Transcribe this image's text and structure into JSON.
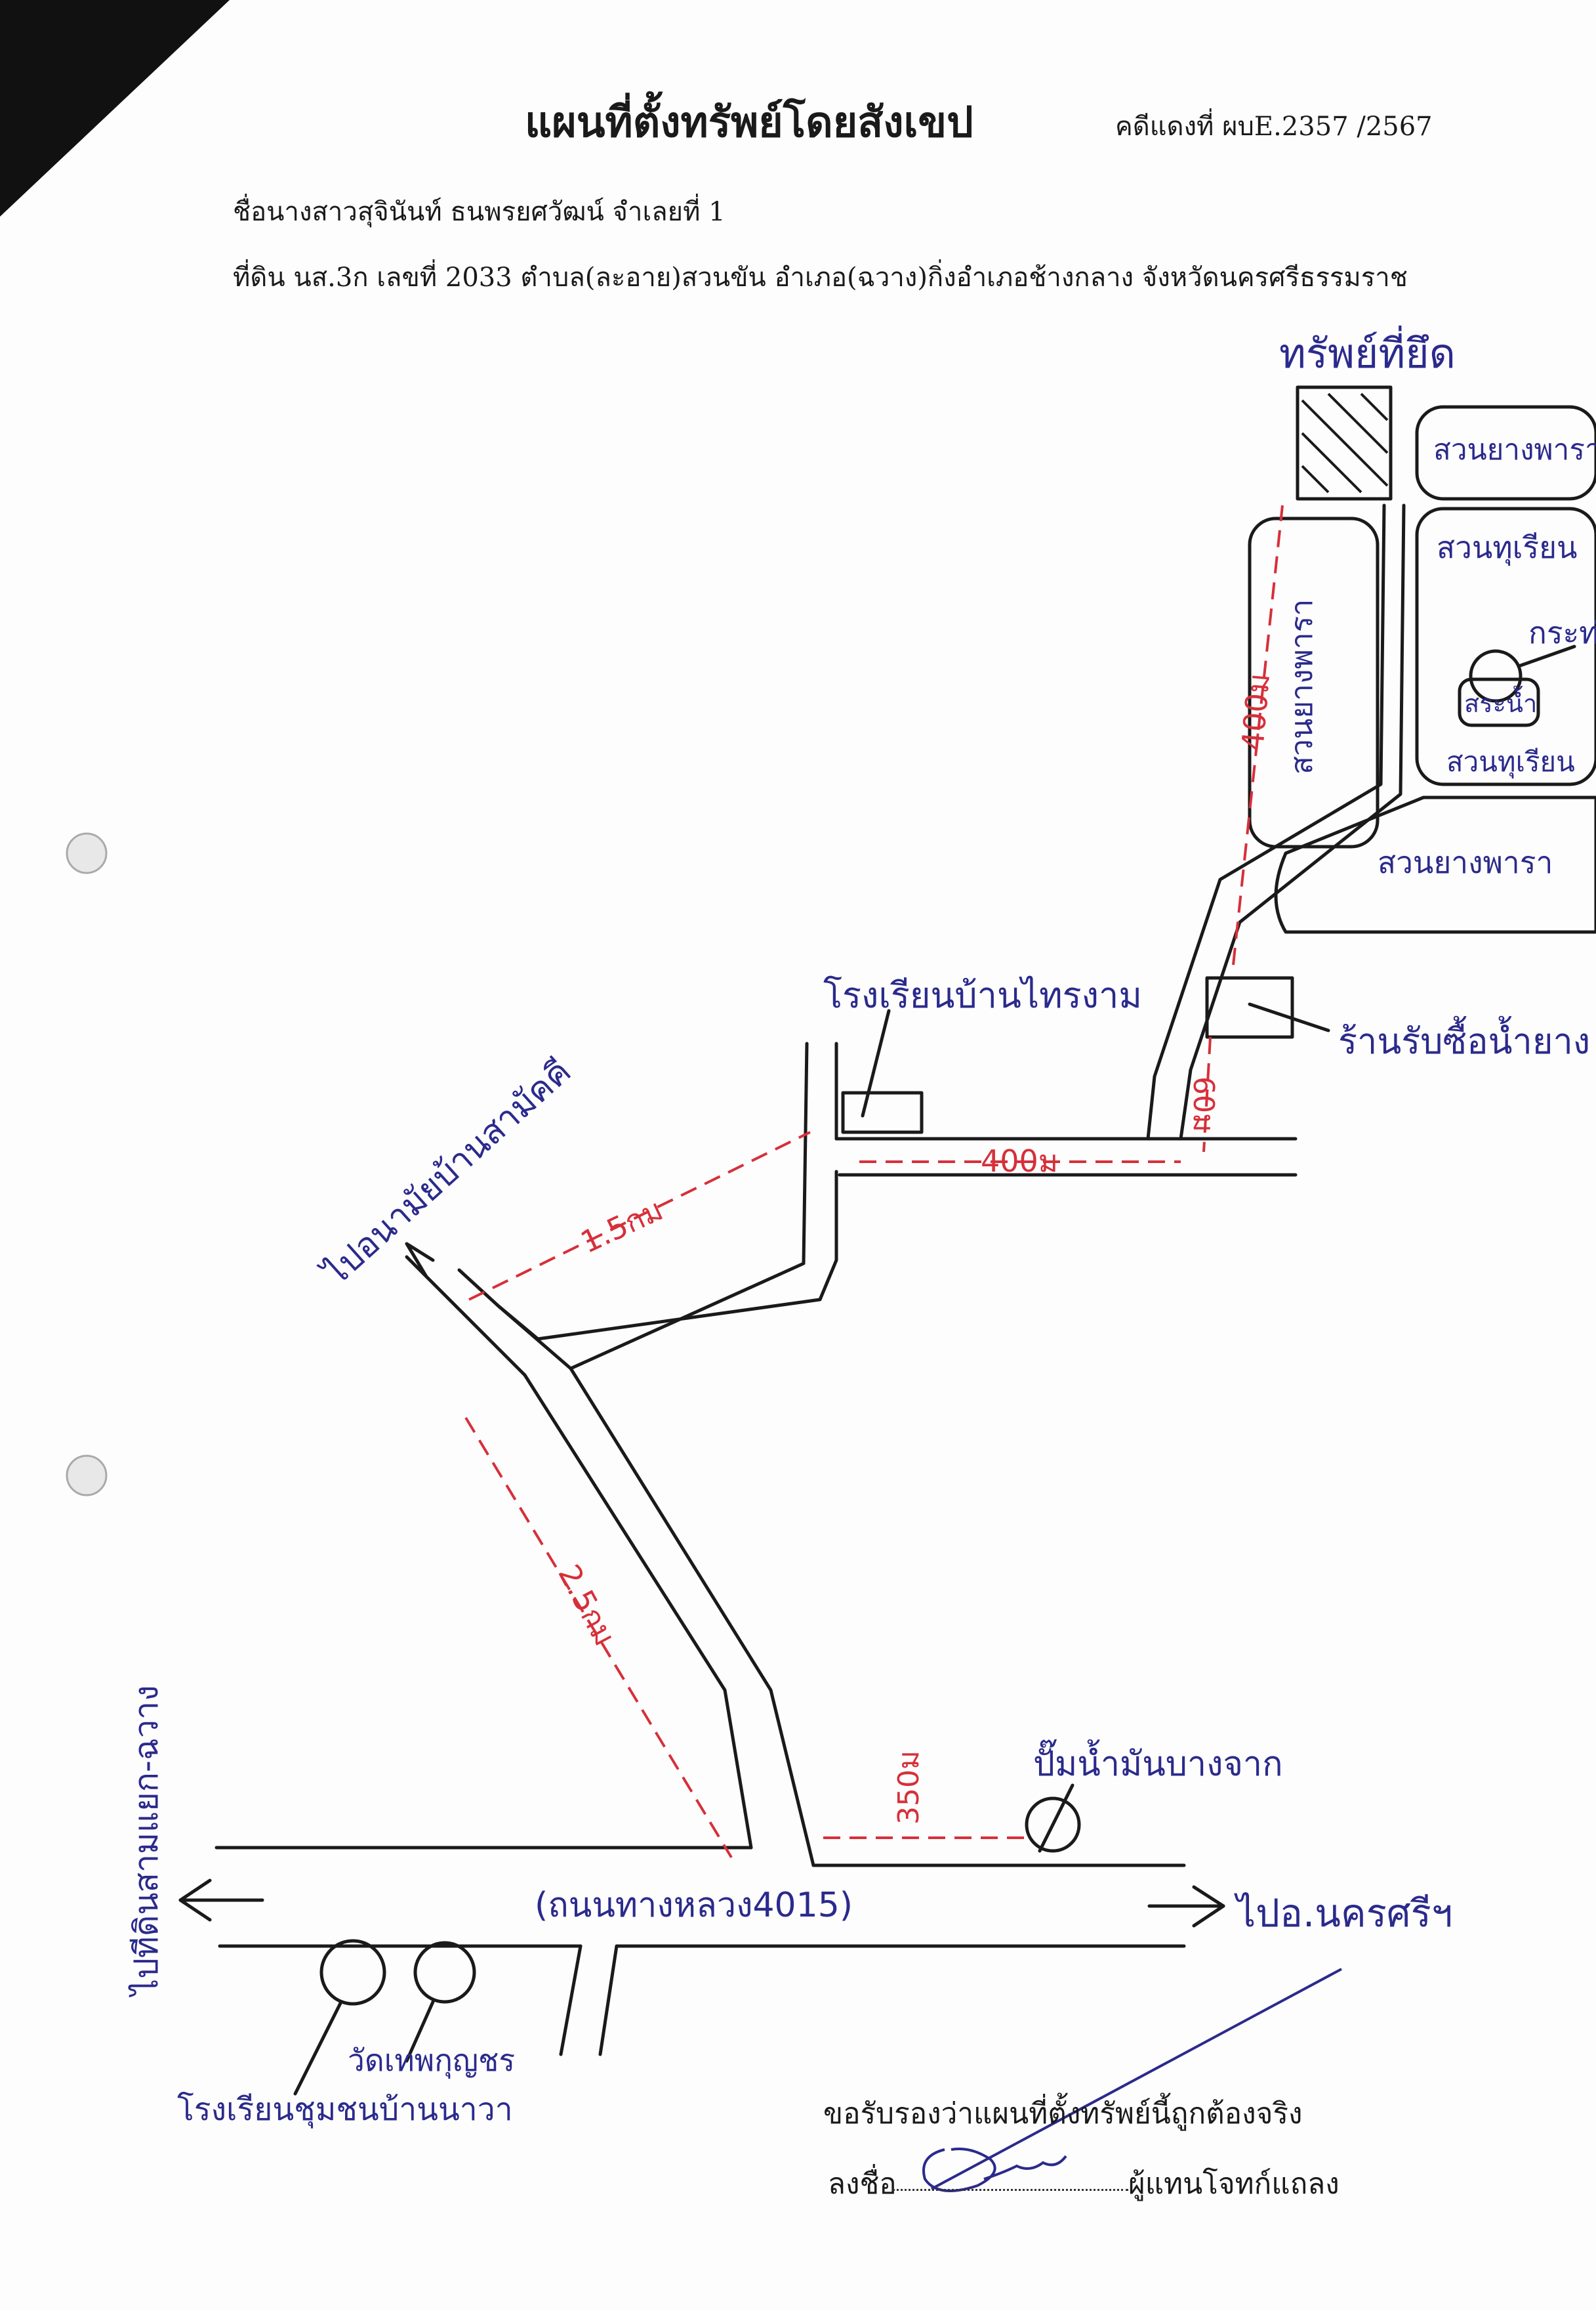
{
  "header": {
    "title": "แผนที่ตั้งทรัพย์โดยสังเขป",
    "case_no": "คดีแดงที่ ผบE.2357 /2567"
  },
  "info": {
    "owner": "ชื่อนางสาวสุจินันท์  ธนพรยศวัฒน์  จำเลยที่ 1",
    "parcel": "ที่ดิน นส.3ก  เลขที่  2033  ตำบล(ละอาย)สวนขัน  อำเภอ(ฉวาง)กิ่งอำเภอช้างกลาง  จังหวัดนครศรีธรรมราช"
  },
  "labels": {
    "seized": "ทรัพย์ที่ยึด",
    "rubber_top": "สวนยางพารา",
    "durian_plantation": "สวนทุเรียน",
    "hut": "กระท่อม",
    "pond": "สระน้ำ",
    "durian_lower": "สวนทุเรียน",
    "rubber_lower": "สวนยางพารา",
    "rubber_left": "สวนยางพารา",
    "shop": "ร้านรับซื้อน้ำยาง",
    "school_top": "โรงเรียนบ้านไทรงาม",
    "to_health_station": "ไปอนามัยบ้านสามัคคี",
    "gas_station": "ปั๊มน้ำมันบางจาก",
    "highway": "(ถนนทางหลวง4015)",
    "to_nakhon": "ไปอ.นครศรีฯ",
    "to_left": "ไปทีดินสามแยก-ฉวาง",
    "community_school": "โรงเรียนชุมชนบ้านนาวา",
    "temple": "วัดเทพกุญชร"
  },
  "distances": {
    "d400_top": "400ม",
    "d60": "60ม",
    "d400_mid": "400ม",
    "d15": "1.5กม",
    "d25": "2.5กม",
    "d350": "350ม"
  },
  "footer": {
    "certify": "ขอรับรองว่าแผนที่ตั้งทรัพย์นี้ถูกต้องจริง",
    "sign_label": "ลงชื่อ",
    "sign_role": "ผู้แทนโจทก์แถลง"
  },
  "colors": {
    "road": "#1a1a1a",
    "ink_blue": "#2b2a8c",
    "measure_red": "#d6303a"
  }
}
